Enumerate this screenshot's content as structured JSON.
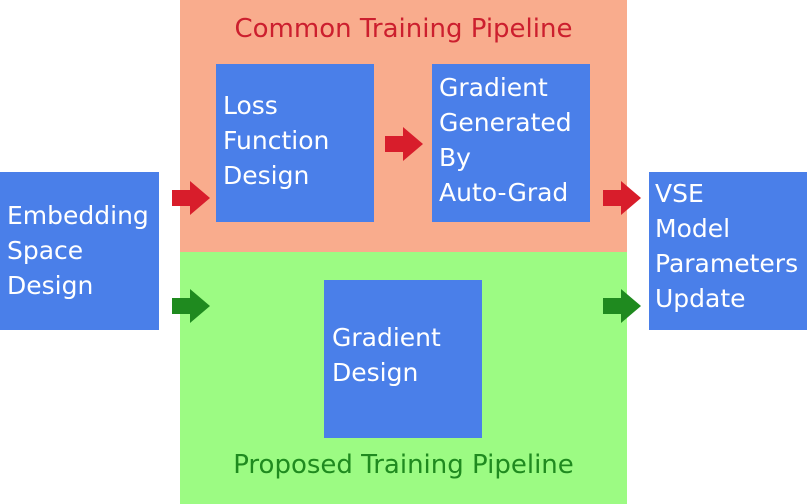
{
  "colors": {
    "common_region": "#f9ac8d",
    "proposed_region": "#9cfb83",
    "box": "#4a7fe9",
    "common_title": "#cc1f2e",
    "proposed_title": "#1f8a1f",
    "arrow_common": "#d81d2b",
    "arrow_proposed": "#1f8a1f"
  },
  "regions": {
    "common": {
      "title": "Common Training Pipeline"
    },
    "proposed": {
      "title": "Proposed Training Pipeline"
    }
  },
  "boxes": {
    "embedding": {
      "lines": [
        "Embedding",
        "Space",
        "Design"
      ]
    },
    "loss": {
      "lines": [
        "Loss",
        "Function",
        "Design"
      ]
    },
    "gradient_generated": {
      "lines": [
        "Gradient",
        "Generated",
        "By",
        "Auto-Grad"
      ]
    },
    "vse": {
      "lines": [
        "VSE",
        "Model",
        "Parameters",
        "Update"
      ]
    },
    "gradient_design": {
      "lines": [
        "Gradient",
        "Design"
      ]
    }
  },
  "arrows": {
    "embed_to_common": "right-arrow-icon",
    "loss_to_gradient": "right-arrow-icon",
    "gradient_to_vse": "right-arrow-icon",
    "embed_to_proposed": "right-arrow-icon",
    "proposed_to_vse": "right-arrow-icon"
  }
}
